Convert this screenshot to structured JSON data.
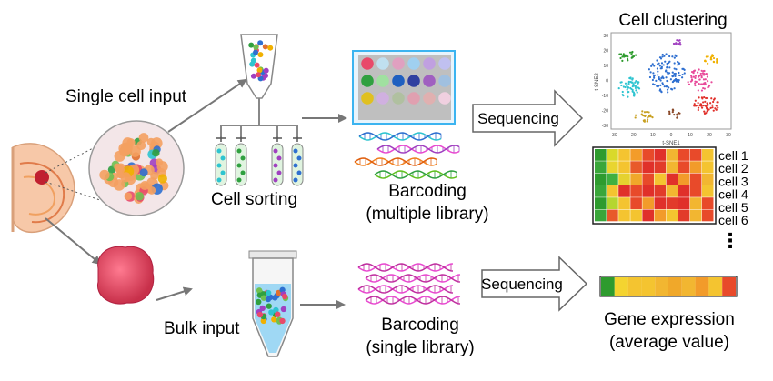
{
  "labels": {
    "single_cell_input": "Single cell input",
    "cell_sorting": "Cell sorting",
    "barcoding_multi_1": "Barcoding",
    "barcoding_multi_2": "(multiple library)",
    "sequencing_top": "Sequencing",
    "cell_clustering": "Cell clustering",
    "bulk_input": "Bulk input",
    "barcoding_single_1": "Barcoding",
    "barcoding_single_2": "(single library)",
    "sequencing_bottom": "Sequencing",
    "gene_expression_1": "Gene expression",
    "gene_expression_2": "(average value)",
    "tsne_xlabel": "t-SNE1",
    "tsne_ylabel": "t-SNE2",
    "ellipsis": "⋮"
  },
  "tsne_ticks": {
    "x": [
      "-30",
      "-20",
      "-10",
      "0",
      "10",
      "20",
      "30"
    ],
    "y": [
      "30",
      "20",
      "10",
      "0",
      "-10",
      "-20",
      "-30"
    ]
  },
  "cell_rows": [
    "cell 1",
    "cell 2",
    "cell 3",
    "cell 4",
    "cell 5",
    "cell 6"
  ],
  "heatmap_colors": [
    [
      "#2e9b2e",
      "#d9d92a",
      "#f4c430",
      "#f39c2a",
      "#e84a2a",
      "#e0302a",
      "#f2b631",
      "#e94a2a",
      "#e84a2a",
      "#f4c430"
    ],
    [
      "#3aa63a",
      "#e9d530",
      "#f4c430",
      "#e85a2a",
      "#e0302a",
      "#e23b2a",
      "#f2b631",
      "#e84a2a",
      "#f29b2a",
      "#f4c430"
    ],
    [
      "#2e9b2e",
      "#40b040",
      "#e5d22f",
      "#f0a82a",
      "#e84a2a",
      "#f4c430",
      "#e0302a",
      "#f29b2a",
      "#e84a2a",
      "#f2b631"
    ],
    [
      "#3aa63a",
      "#f4c430",
      "#e0302a",
      "#e84a2a",
      "#e0302a",
      "#e23b2a",
      "#f2b631",
      "#e0302a",
      "#e84a2a",
      "#f4c430"
    ],
    [
      "#2e9b2e",
      "#b5d630",
      "#f4c430",
      "#e84a2a",
      "#f29b2a",
      "#e0302a",
      "#e23b2a",
      "#e0302a",
      "#f2b631",
      "#e84a2a"
    ],
    [
      "#3aa63a",
      "#e85a2a",
      "#f4c430",
      "#f4c430",
      "#e0302a",
      "#f29b2a",
      "#f4c430",
      "#e23b2a",
      "#f2b631",
      "#e84a2a"
    ]
  ],
  "gene_bar_colors": [
    "#2e9b2e",
    "#f4d430",
    "#f4c430",
    "#f4c430",
    "#f2b631",
    "#f0a82a",
    "#f2b631",
    "#f29b2a",
    "#f4c430",
    "#e84a2a"
  ],
  "cluster_colors": [
    "#2e9b2e",
    "#2e6fd0",
    "#e84a9a",
    "#e0302a",
    "#c8a020",
    "#2ec4d0",
    "#8b4a2a",
    "#a040c0",
    "#f0b000"
  ],
  "well_colors": [
    "#e84a6a",
    "#c0e0f0",
    "#e0a0c0",
    "#a0d0f0",
    "#c0a0e0",
    "#c0c0f0",
    "#30a040",
    "#a0e0a0",
    "#2060c0",
    "#3040a0",
    "#a060c0",
    "#a0c0e0",
    "#e0c020",
    "#d0b0e0",
    "#b0c0a0",
    "#e0a0b0",
    "#e0b0b0",
    "#f0d0e0"
  ]
}
